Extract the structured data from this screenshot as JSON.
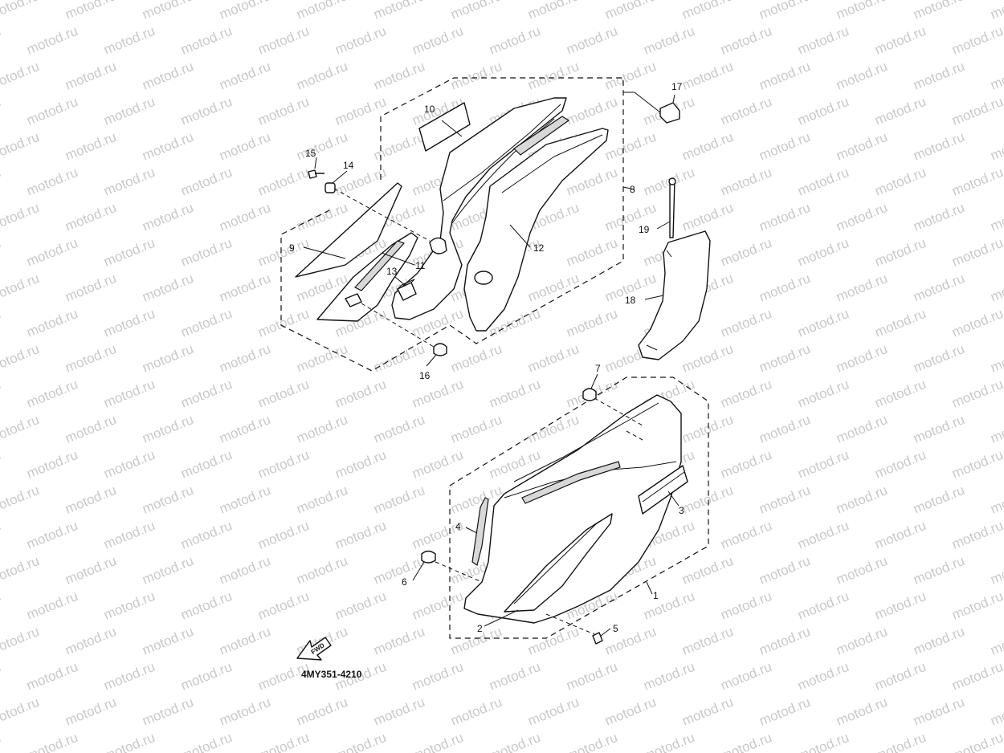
{
  "watermark": "motod.ru",
  "diagram_code": "4MY351-4210",
  "fwd_label": "FWD",
  "callouts": {
    "c1": "1",
    "c2": "2",
    "c3": "3",
    "c4": "4",
    "c5": "5",
    "c6": "6",
    "c7": "7",
    "c8": "8",
    "c9": "9",
    "c10": "10",
    "c11": "11",
    "c12": "12",
    "c13": "13",
    "c14": "14",
    "c15": "15",
    "c16": "16",
    "c17": "17",
    "c18": "18",
    "c19": "19"
  }
}
